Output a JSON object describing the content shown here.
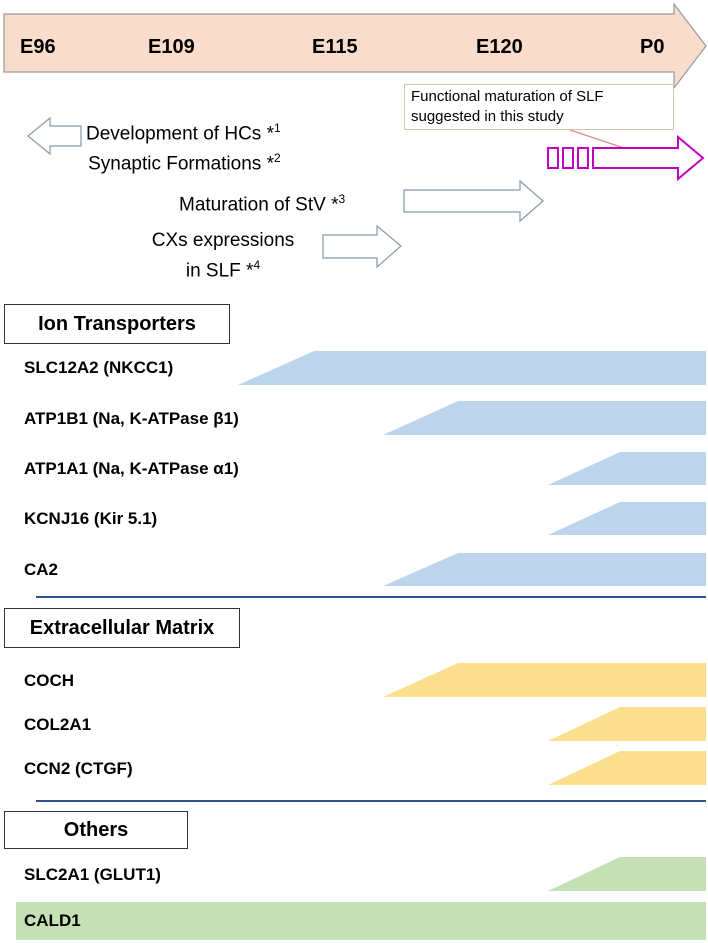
{
  "timeline": {
    "ticks": [
      "E96",
      "E109",
      "E115",
      "E120",
      "P0"
    ],
    "color": "#f9dccb"
  },
  "events": {
    "hc_line1": "Development of HCs *",
    "hc_sup": "1",
    "hc_line2": "Synaptic Formations *",
    "hc_sup2": "2",
    "stv": "Maturation of StV *",
    "stv_sup": "3",
    "cx_line1": "CXs expressions",
    "cx_line2": "in SLF *",
    "cx_sup": "4",
    "note": "Functional maturation of SLF suggested in this study"
  },
  "sections": {
    "ion": {
      "title": "Ion Transporters",
      "color": "#bdd5ec",
      "genes": [
        "SLC12A2 (NKCC1)",
        "ATP1B1 (Na, K-ATPase β1)",
        "ATP1A1 (Na, K-ATPase α1)",
        "KCNJ16 (Kir 5.1)",
        "CA2"
      ]
    },
    "ecm": {
      "title": "Extracellular Matrix",
      "color": "#fbdf8f",
      "genes": [
        "COCH",
        "COL2A1",
        "CCN2 (CTGF)"
      ]
    },
    "others": {
      "title": "Others",
      "color": "#c5e0b4",
      "genes": [
        "SLC2A1 (GLUT1)",
        "CALD1"
      ]
    }
  },
  "colors": {
    "divider": "#2f4f8f",
    "highlight_arrow": "#c000c0"
  }
}
